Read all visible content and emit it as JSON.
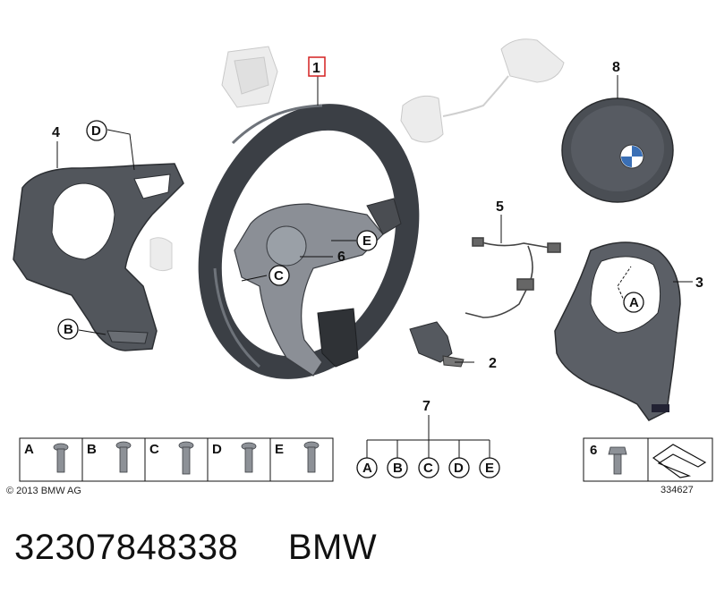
{
  "part_labels": {
    "p1": "1",
    "p2": "2",
    "p3": "3",
    "p4": "4",
    "p5": "5",
    "p6": "6",
    "p7": "7",
    "p8": "8"
  },
  "circle_labels": {
    "a": "A",
    "b": "B",
    "c": "C",
    "d": "D",
    "e": "E"
  },
  "screw_table": {
    "cells": [
      "A",
      "B",
      "C",
      "D",
      "E"
    ]
  },
  "group7": {
    "labels": [
      "A",
      "B",
      "C",
      "D",
      "E"
    ]
  },
  "part6_box": {
    "label": "6"
  },
  "copyright": "© 2013 BMW AG",
  "drawing_number": "334627",
  "caption": {
    "part_number": "32307848338",
    "brand": "BMW"
  },
  "colors": {
    "highlight_box": "#d42020",
    "rim": "#3b3f45",
    "trim": "#4d5158",
    "ghost": "#d6d6d6"
  }
}
